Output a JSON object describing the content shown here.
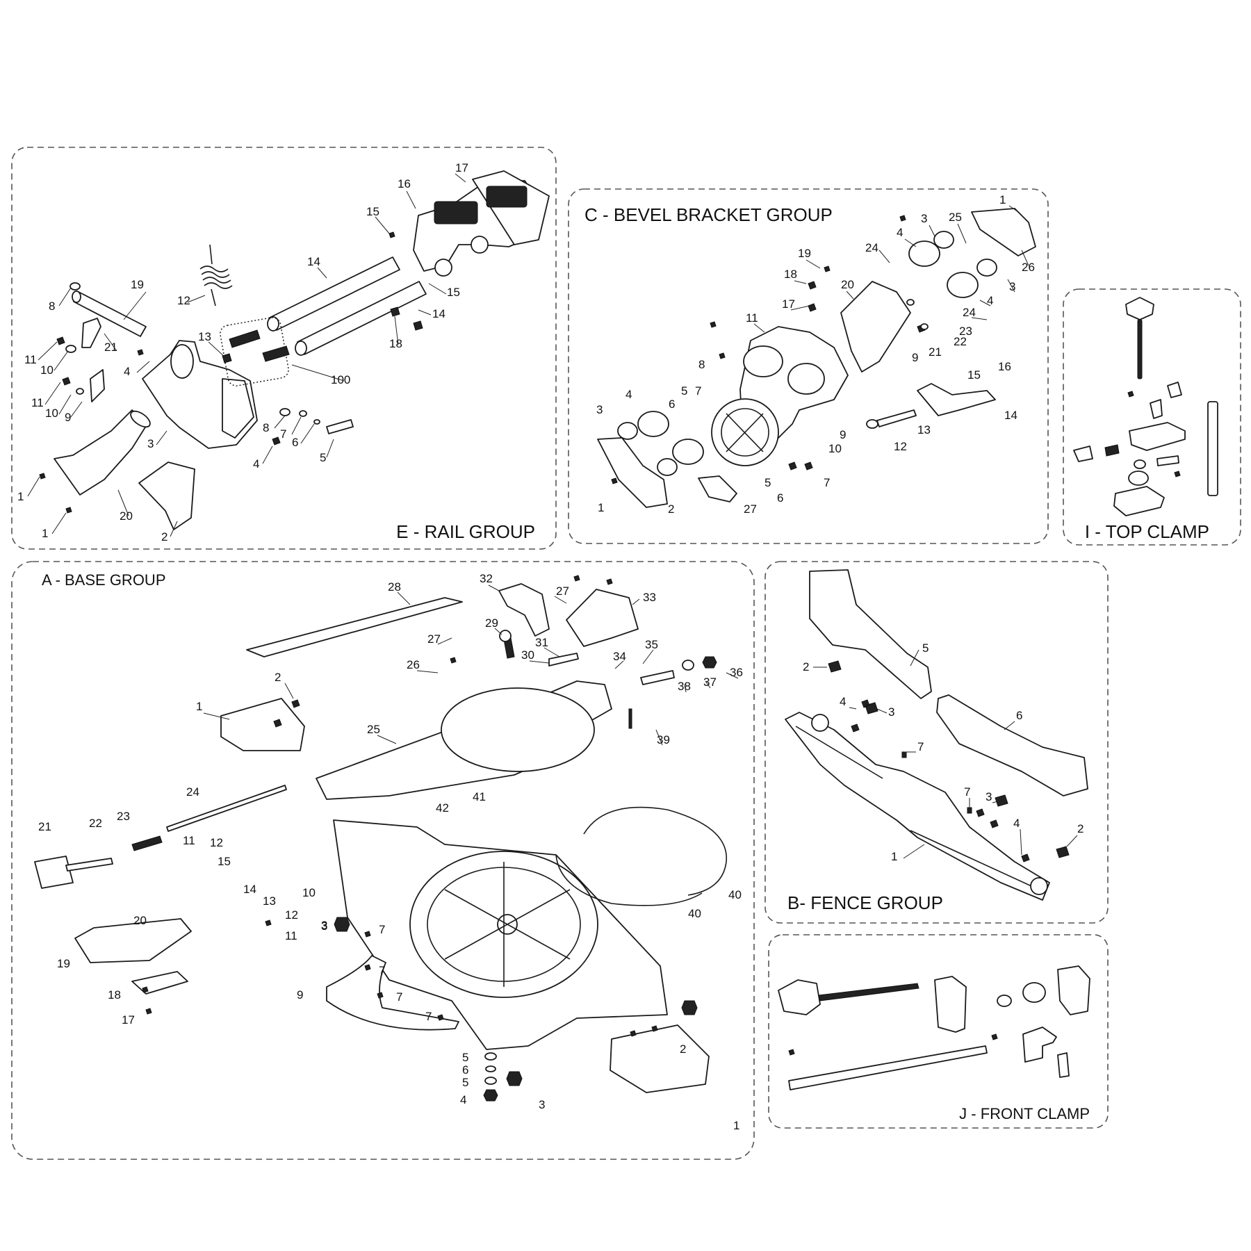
{
  "groups": {
    "rail": {
      "title": "E - RAIL GROUP",
      "callouts": [
        "17",
        "16",
        "15",
        "14",
        "19",
        "12",
        "8",
        "13",
        "21",
        "11",
        "10",
        "4",
        "11",
        "10",
        "9",
        "3",
        "100",
        "14",
        "15",
        "18",
        "8",
        "7",
        "6",
        "4",
        "5",
        "1",
        "20",
        "1",
        "2"
      ]
    },
    "bevel": {
      "title": "C - BEVEL BRACKET GROUP",
      "callouts": [
        "1",
        "3",
        "25",
        "4",
        "26",
        "24",
        "19",
        "18",
        "20",
        "3",
        "17",
        "24",
        "4",
        "11",
        "23",
        "9",
        "22",
        "21",
        "8",
        "7",
        "16",
        "15",
        "4",
        "5",
        "6",
        "14",
        "3",
        "13",
        "12",
        "10",
        "9",
        "5",
        "7",
        "6",
        "1",
        "2",
        "27"
      ]
    },
    "top_clamp": {
      "title": "I - TOP CLAMP"
    },
    "base": {
      "title": "A - BASE GROUP",
      "callouts": [
        "28",
        "32",
        "27",
        "33",
        "29",
        "31",
        "27",
        "30",
        "35",
        "34",
        "36",
        "26",
        "37",
        "38",
        "2",
        "1",
        "25",
        "39",
        "24",
        "41",
        "42",
        "21",
        "22",
        "23",
        "11",
        "12",
        "15",
        "14",
        "13",
        "12",
        "11",
        "20",
        "19",
        "18",
        "17",
        "10",
        "3",
        "7",
        "40",
        "40",
        "9",
        "7",
        "7",
        "7",
        "3",
        "2",
        "5",
        "6",
        "5",
        "4",
        "3",
        "1"
      ]
    },
    "fence": {
      "title": "B- FENCE GROUP",
      "callouts": [
        "5",
        "2",
        "4",
        "3",
        "6",
        "7",
        "7",
        "3",
        "4",
        "2",
        "1"
      ]
    },
    "front_clamp": {
      "title": "J - FRONT CLAMP"
    }
  },
  "icons": [
    "knob-icon",
    "rail-tube-icon",
    "spring-icon",
    "screw-icon",
    "bracket-icon",
    "bearing-icon",
    "washer-icon",
    "handle-icon",
    "fence-icon",
    "turntable-icon",
    "guard-ring-icon",
    "scale-icon"
  ]
}
